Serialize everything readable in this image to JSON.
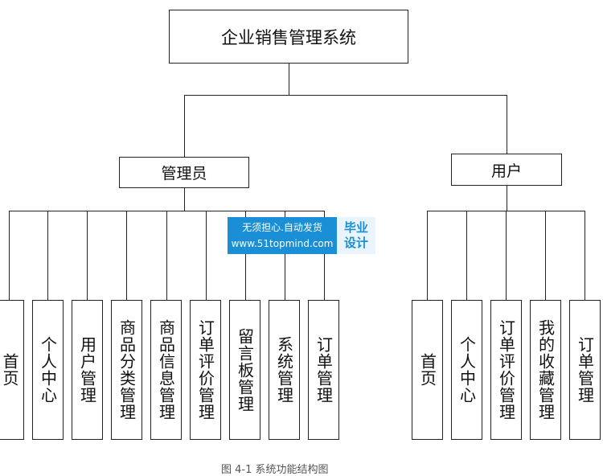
{
  "root": "企业销售管理系统",
  "branches": [
    {
      "label": "管理员",
      "items": [
        "首页",
        "个人中心",
        "用户管理",
        "商品分类管理",
        "商品信息管理",
        "订单评价管理",
        "留言板管理",
        "系统管理",
        "订单管理"
      ]
    },
    {
      "label": "用户",
      "items": [
        "首页",
        "个人中心",
        "订单评价管理",
        "我的收藏管理",
        "订单管理"
      ]
    }
  ],
  "watermark": {
    "line1": "无须担心.自动发货",
    "line2": "www.51topmind.com",
    "badge": "毕业设计"
  },
  "caption": "图 4-1 系统功能结构图"
}
